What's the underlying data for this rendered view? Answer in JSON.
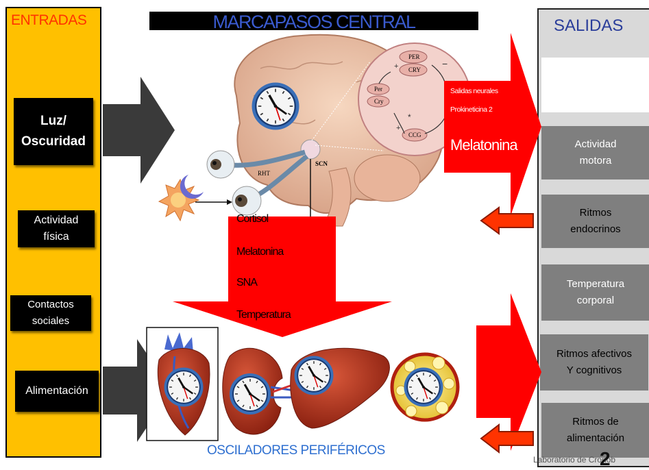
{
  "entradas": {
    "title": "ENTRADAS",
    "items": [
      {
        "label": "Luz/\nOscuridad"
      },
      {
        "label": "Actividad\nfísica"
      },
      {
        "label": "Contactos\nsociales"
      },
      {
        "label": "Alimentación"
      }
    ]
  },
  "central": {
    "title": "MARCAPASOS CENTRAL"
  },
  "salidas": {
    "title": "SALIDAS",
    "items": [
      {
        "label": "Actividad\nmotora"
      },
      {
        "label": "Ritmos\nendocrinos"
      },
      {
        "label": "Temperatura\ncorporal"
      },
      {
        "label": "Ritmos afectivos\nY cognitivos"
      },
      {
        "label": "Ritmos de\nalimentación"
      }
    ]
  },
  "top_arrow": {
    "line1": "Salidas neurales",
    "line2": "Prokineticina 2",
    "line3": "Melatonina"
  },
  "mid_arrow": {
    "items": [
      "Cortisol",
      "Melatonina",
      "SNA",
      "Temperatura"
    ]
  },
  "brain_labels": {
    "rht": "RHT",
    "scn": "SCN",
    "per": "PER",
    "cry": "CRY",
    "per_small": "Per",
    "cry_small": "Cry",
    "ccg": "CCG"
  },
  "osciladores": "OSCILADORES PERIFÉRICOS",
  "footer": "Laboratorio de Cronob",
  "page_number": "2",
  "colors": {
    "entradas_bg": "#ffc000",
    "salidas_bg": "#d9d9d9",
    "arrow_red": "#ff0000",
    "arrow_grey": "#3a3a3a",
    "box_grey": "#7f7f7f",
    "title_blue": "#3a5bd0"
  }
}
